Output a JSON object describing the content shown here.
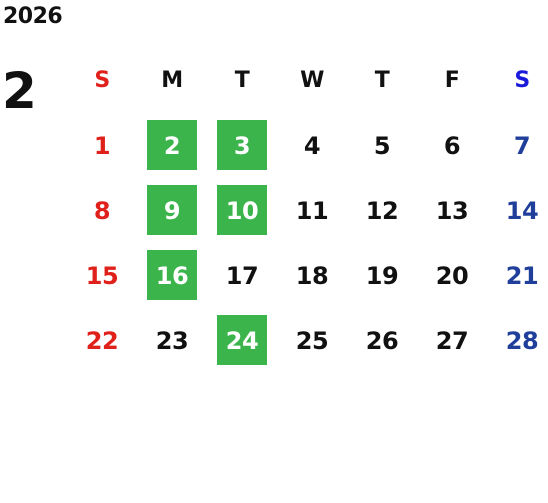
{
  "calendar": {
    "year": "2026",
    "month": "2",
    "weekdays": [
      "S",
      "M",
      "T",
      "W",
      "T",
      "F",
      "S"
    ],
    "weekday_colors": [
      "#e0201a",
      "#111111",
      "#111111",
      "#111111",
      "#111111",
      "#111111",
      "#1a1adb"
    ],
    "date_colors": [
      "#e0201a",
      "#111111",
      "#111111",
      "#111111",
      "#111111",
      "#111111",
      "#1f3f9a"
    ],
    "highlight_color": "#3bb44b",
    "weeks": [
      [
        "1",
        "2",
        "3",
        "4",
        "5",
        "6",
        "7"
      ],
      [
        "8",
        "9",
        "10",
        "11",
        "12",
        "13",
        "14"
      ],
      [
        "15",
        "16",
        "17",
        "18",
        "19",
        "20",
        "21"
      ],
      [
        "22",
        "23",
        "24",
        "25",
        "26",
        "27",
        "28"
      ]
    ],
    "highlighted_days": [
      "2",
      "3",
      "9",
      "10",
      "16",
      "24"
    ]
  }
}
